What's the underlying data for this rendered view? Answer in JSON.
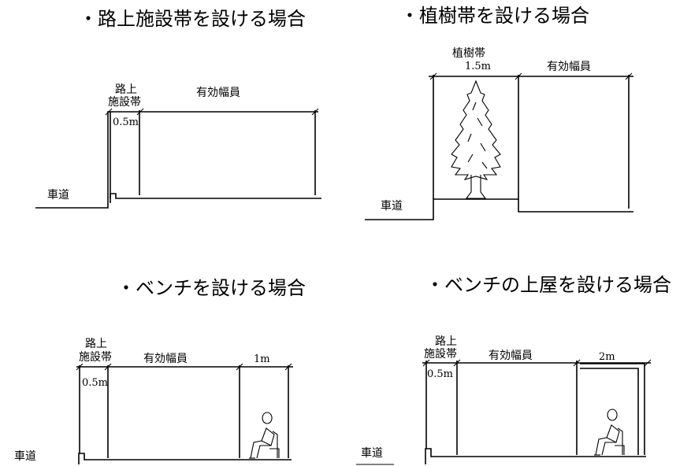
{
  "panels": {
    "curb": {
      "title": "・路上施設帯を設ける場合",
      "zone_label_1": "路上",
      "zone_label_2": "施設帯",
      "zone_width": "0.5m",
      "effective_width": "有効幅員",
      "roadway": "車道"
    },
    "tree": {
      "title": "・植樹帯を設ける場合",
      "zone_label": "植樹帯",
      "zone_width": "1.5m",
      "effective_width": "有効幅員",
      "roadway": "車道"
    },
    "bench": {
      "title": "・ベンチを設ける場合",
      "zone_label_1": "路上",
      "zone_label_2": "施設帯",
      "zone_width": "0.5m",
      "effective_width": "有効幅員",
      "bench_width": "1m",
      "roadway": "車道"
    },
    "shelter": {
      "title": "・ベンチの上屋を設ける場合",
      "zone_label_1": "路上",
      "zone_label_2": "施設帯",
      "zone_width": "0.5m",
      "effective_width": "有効幅員",
      "shelter_width": "2m",
      "roadway": "車道"
    }
  }
}
